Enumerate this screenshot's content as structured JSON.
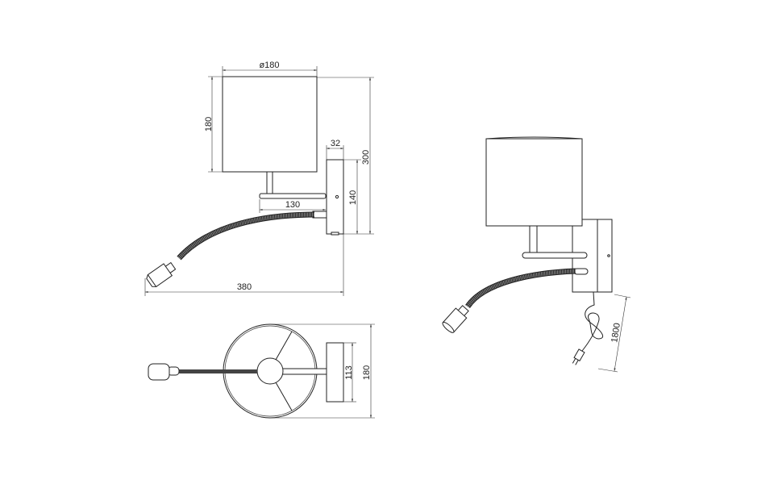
{
  "drawing": {
    "side_view": {
      "dimensions": {
        "shade_diameter": "ø180",
        "shade_height": "180",
        "backplate_depth": "32",
        "arm_length": "130",
        "backplate_height": "140",
        "total_height": "300",
        "total_projection": "380"
      }
    },
    "top_view": {
      "dimensions": {
        "backplate_width": "113",
        "shade_diameter": "180"
      }
    },
    "perspective_view": {
      "dimensions": {
        "cable_length": "1800"
      }
    }
  },
  "colors": {
    "line": "#222222",
    "background": "#ffffff"
  }
}
